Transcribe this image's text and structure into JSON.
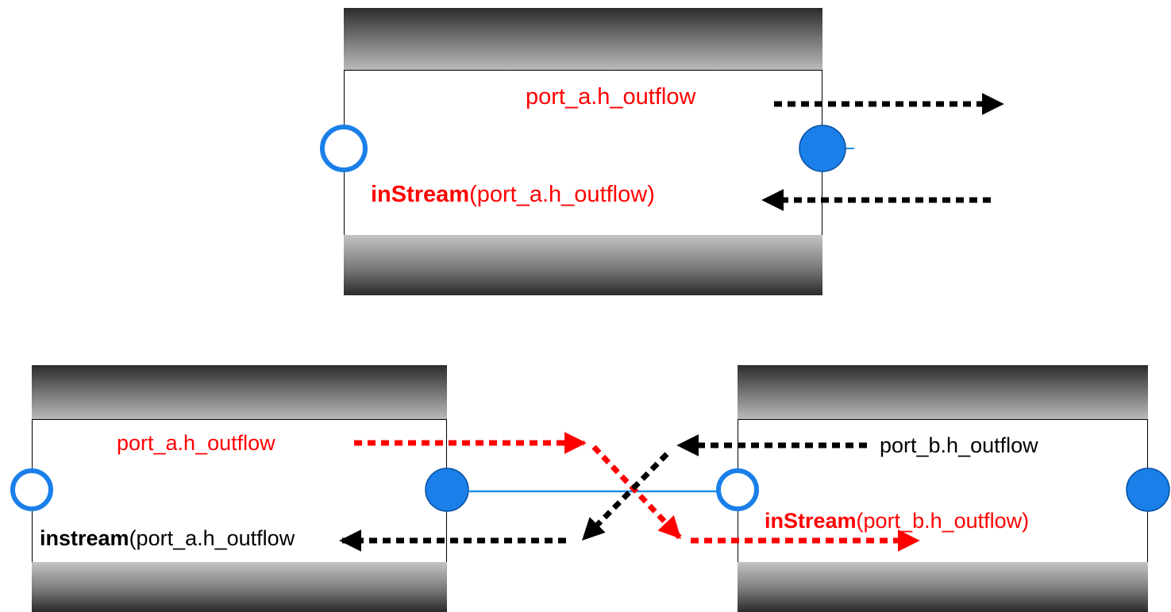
{
  "top_diagram": {
    "outflow_label": "port_a.h_outflow",
    "instream_func": "inStream",
    "instream_arg": "(port_a.h_outflow)"
  },
  "bottom_left": {
    "outflow_label": "port_a.h_outflow",
    "instream_func": "instream",
    "instream_arg": "(port_a.h_outflow"
  },
  "bottom_right": {
    "outflow_label": "port_b.h_outflow",
    "instream_func": "inStream",
    "instream_arg": "(port_b.h_outflow)"
  },
  "colors": {
    "red": "#ff0000",
    "black": "#000000",
    "port_blue": "#1a7fe8",
    "connection_line": "#1e8fe6"
  }
}
